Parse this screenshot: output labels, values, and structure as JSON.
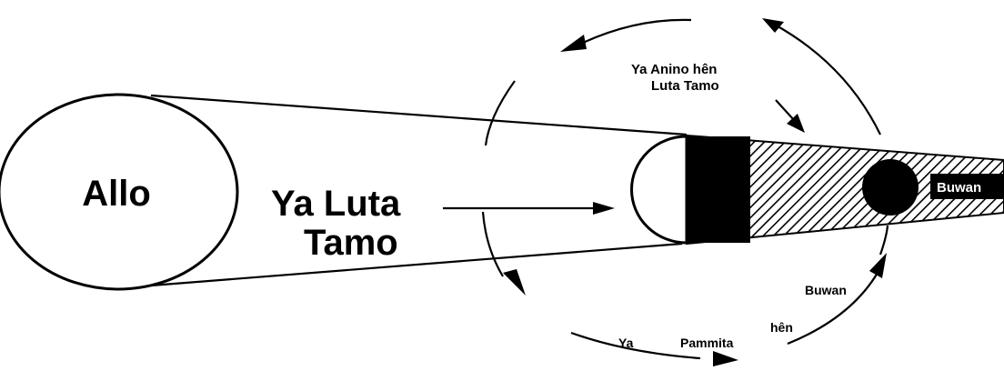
{
  "labels": {
    "sun": "Allo",
    "earth_shadow_label_line1": "Ya Luta",
    "earth_shadow_label_line2": "Tamo",
    "top_label_line1": "Ya Anino hên",
    "top_label_line2": "Luta Tamo",
    "moon": "Buwan",
    "orbit_label_buwan": "Buwan",
    "orbit_label_hen": "hên",
    "orbit_label_ya": "Ya",
    "orbit_label_pammita": "Pammita"
  },
  "colors": {
    "ink": "#000000",
    "paper": "#ffffff"
  }
}
